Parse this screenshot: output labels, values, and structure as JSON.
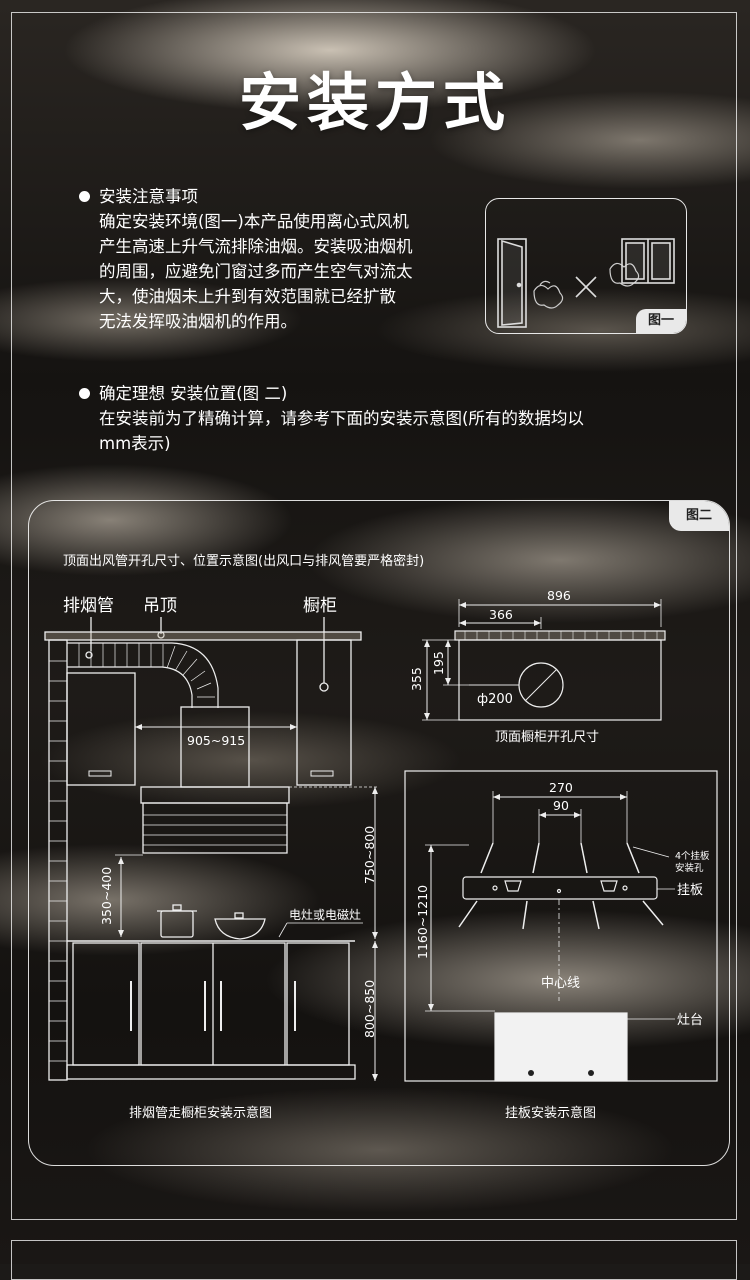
{
  "page": {
    "title": "安装方式"
  },
  "section1": {
    "heading": "安装注意事项",
    "lines": [
      "确定安装环境(图一)本产品使用离心式风机",
      "产生高速上升气流排除油烟。安装吸油烟机",
      "的周围，应避免门窗过多而产生空气对流太",
      "大，使油烟未上升到有效范围就已经扩散",
      "无法发挥吸油烟机的作用。"
    ],
    "figure_tag": "图一"
  },
  "section2": {
    "heading": "确定理想 安装位置(图 二)",
    "lines": [
      "在安装前为了精确计算，请参考下面的安装示意图(所有的数据均以",
      "mm表示)"
    ]
  },
  "figure2": {
    "tag": "图二",
    "caption_top": "顶面出风管开孔尺寸、位置示意图(出风口与排风管要严格密封)",
    "left_diagram": {
      "label_pipe": "排烟管",
      "label_ceiling": "吊顶",
      "label_cabinet": "橱柜",
      "dim_width": "905~915",
      "dim_height_hood": "750~800",
      "dim_height_stove": "350~400",
      "dim_height_counter": "800~850",
      "label_stove": "电灶或电磁灶",
      "caption": "排烟管走橱柜安装示意图"
    },
    "top_right_diagram": {
      "dim_total": "896",
      "dim_offset": "366",
      "dim_195": "195",
      "dim_355": "355",
      "dim_diameter": "ф200",
      "caption": "顶面橱柜开孔尺寸"
    },
    "bottom_right_diagram": {
      "dim_270": "270",
      "dim_90": "90",
      "label_holes_1": "4个挂板",
      "label_holes_2": "安装孔",
      "label_plate": "挂板",
      "dim_height": "1160~1210",
      "label_centerline": "中心线",
      "label_counter": "灶台",
      "caption": "挂板安装示意图"
    }
  }
}
